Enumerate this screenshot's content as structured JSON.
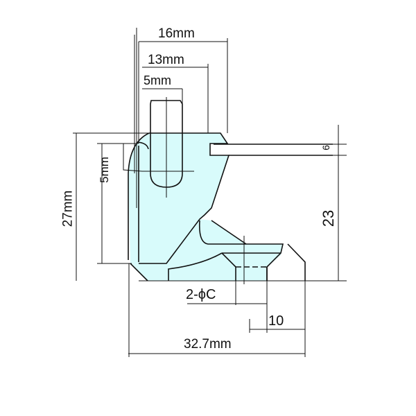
{
  "dimensions": {
    "top_width": "16mm",
    "slot_offset": "13mm",
    "bolt_width": "5mm",
    "bolt_height": "5mm",
    "total_height": "27mm",
    "right_height": "23",
    "slot_gap": "6",
    "hole_label": "2-ϕC",
    "hole_spacing": "10",
    "total_width": "32.7mm"
  },
  "colors": {
    "fill": "#d8fbfb",
    "line": "#111111"
  }
}
